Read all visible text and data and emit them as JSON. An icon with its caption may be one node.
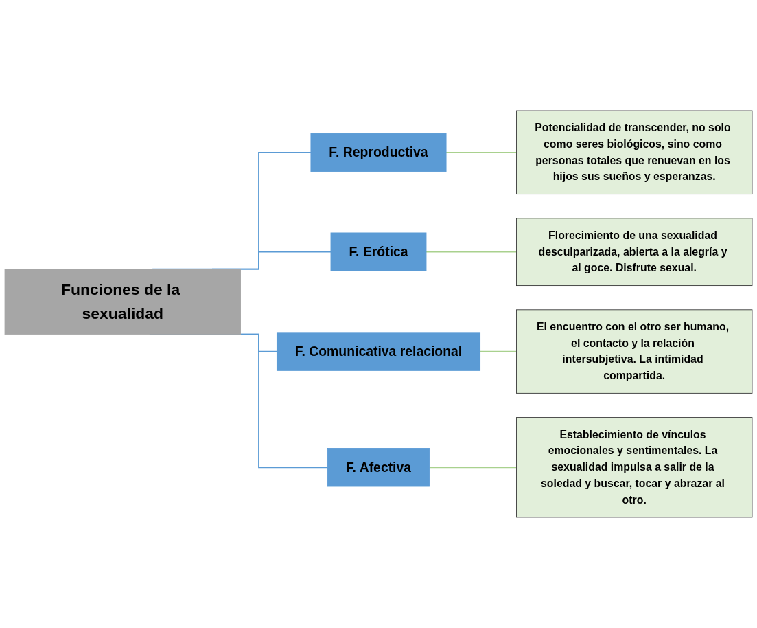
{
  "diagram": {
    "nodes": [
      {
        "text": [
          "Funciones de la sexualidad"
        ]
      },
      {
        "text": [
          "F. Reproductiva"
        ]
      },
      {
        "text": [
          "Potencialidad de transcender, no solo como seres biológicos, sino como personas totales que renuevan en los hijos sus sueños y esperanzas."
        ]
      },
      {
        "text": [
          "F. Erótica"
        ]
      },
      {
        "text": [
          "Florecimiento de una sexualidad desculparizada, abierta a la alegría y al goce. Disfrute sexual."
        ]
      },
      {
        "text": [
          "F. Comunicativa relacional"
        ]
      },
      {
        "text": [
          "El encuentro con el otro ser humano, el contacto y la relación intersubjetiva. La intimidad compartida."
        ]
      },
      {
        "text": [
          "F. Afectiva"
        ]
      },
      {
        "text": [
          "Establecimiento de vínculos emocionales y sentimentales. La sexualidad impulsa a salir de la soledad y buscar, tocar y abrazar al otro."
        ]
      }
    ],
    "edges": [
      {
        "from": 0,
        "to": 1,
        "arrow": "none",
        "color": "#5b9bd5"
      },
      {
        "from": 0,
        "to": 3,
        "arrow": "none",
        "color": "#5b9bd5"
      },
      {
        "from": 0,
        "to": 5,
        "arrow": "none",
        "color": "#5b9bd5"
      },
      {
        "from": 0,
        "to": 7,
        "arrow": "none",
        "color": "#5b9bd5"
      },
      {
        "from": 1,
        "to": 2,
        "arrow": "none",
        "color": "#a9d18e"
      },
      {
        "from": 3,
        "to": 4,
        "arrow": "none",
        "color": "#a9d18e"
      },
      {
        "from": 5,
        "to": 6,
        "arrow": "none",
        "color": "#a9d18e"
      },
      {
        "from": 7,
        "to": 8,
        "arrow": "none",
        "color": "#a9d18e"
      }
    ]
  }
}
